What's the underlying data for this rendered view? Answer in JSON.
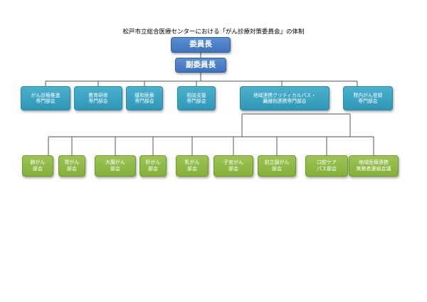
{
  "title": "松戸市立総合医療センターにおける「がん診療対策委員会」の体制",
  "chair": "委員長",
  "vice_chair": "副委員長",
  "departments": [
    "がん診療推進\n専門部会",
    "教育研修\n専門部会",
    "緩和医療\n専門部会",
    "相談支援\n専門部会",
    "地域連携クリティカルパス・\n臓器別連携専門部会",
    "院内がん登録\n専門部会"
  ],
  "subgroups": [
    "肺がん\n部会",
    "胃がん\n部会",
    "大腸がん\n部会",
    "肝がん\n部会",
    "乳がん\n部会",
    "子宮がん\n部会",
    "前立腺がん\n部会",
    "口腔ケア\nパス部会",
    "地域医療連携\n実務者連絡会議"
  ],
  "colors": {
    "top": "#4a80c6",
    "mid": "#3aa2c1",
    "low": "#8fbb46"
  }
}
